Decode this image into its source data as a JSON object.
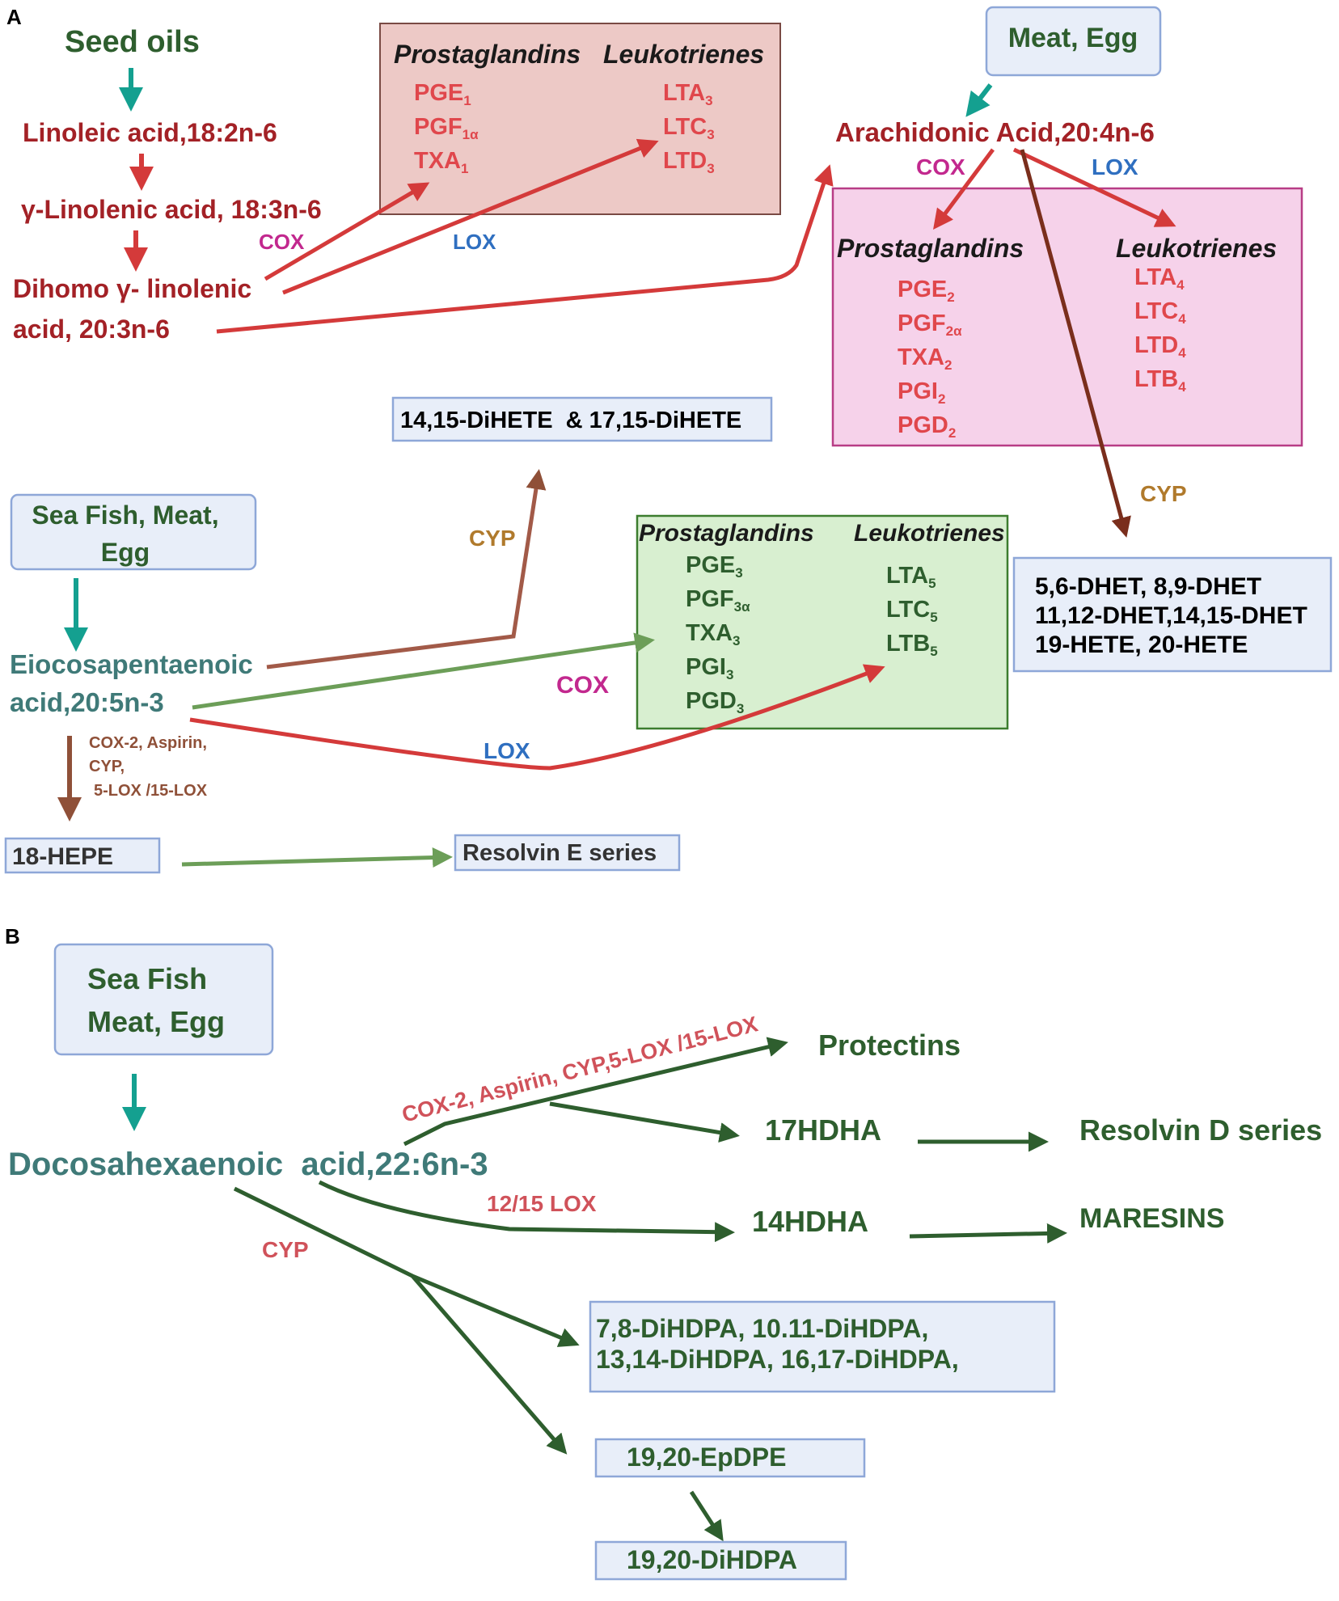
{
  "panel_a": {
    "label": "A",
    "seed_oils": "Seed oils",
    "linoleic": "Linoleic acid,18:2n-6",
    "gamma_linolenic": "γ-Linolenic acid, 18:3n-6",
    "dihomo_line1": "Dihomo γ- linolenic",
    "dihomo_line2": "acid, 20:3n-6",
    "cox_1": "COX",
    "lox_1": "LOX",
    "series1": {
      "pg_title": "Prostaglandins",
      "lt_title": "Leukotrienes",
      "pg": [
        {
          "base": "PGE",
          "sub": "1"
        },
        {
          "base": "PGF",
          "sub": "1α"
        },
        {
          "base": "TXA",
          "sub": "1"
        }
      ],
      "lt": [
        {
          "base": "LTA",
          "sub": "3"
        },
        {
          "base": "LTC",
          "sub": "3"
        },
        {
          "base": "LTD",
          "sub": "3"
        }
      ]
    },
    "meat_egg": "Meat, Egg",
    "arachidonic": "Arachidonic Acid,20:4n-6",
    "cox_2": "COX",
    "lox_2": "LOX",
    "series2": {
      "pg_title": "Prostaglandins",
      "lt_title": "Leukotrienes",
      "pg": [
        {
          "base": "PGE",
          "sub": "2"
        },
        {
          "base": "PGF",
          "sub": "2α"
        },
        {
          "base": "TXA",
          "sub": "2"
        },
        {
          "base": "PGI",
          "sub": "2"
        },
        {
          "base": "PGD",
          "sub": "2"
        }
      ],
      "lt": [
        {
          "base": "LTA",
          "sub": "4"
        },
        {
          "base": "LTC",
          "sub": "4"
        },
        {
          "base": "LTD",
          "sub": "4"
        },
        {
          "base": "LTB",
          "sub": "4"
        }
      ]
    },
    "dihete_box": "14,15-DiHETE  & 17,15-DiHETE",
    "cyp_1": "CYP",
    "cyp_2": "CYP",
    "dhet_lines": [
      "5,6-DHET, 8,9-DHET",
      "11,12-DHET,14,15-DHET",
      "19-HETE, 20-HETE"
    ],
    "sea_fish_line1": "Sea Fish, Meat,",
    "sea_fish_line2": "Egg",
    "epa_line1": "Eiocosapentaenoic",
    "epa_line2": "acid,20:5n-3",
    "series3": {
      "pg_title": "Prostaglandins",
      "lt_title": "Leukotrienes",
      "pg": [
        {
          "base": "PGE",
          "sub": "3"
        },
        {
          "base": "PGF",
          "sub": "3α"
        },
        {
          "base": "TXA",
          "sub": "3"
        },
        {
          "base": "PGI",
          "sub": "3"
        },
        {
          "base": "PGD",
          "sub": "3"
        }
      ],
      "lt": [
        {
          "base": "LTA",
          "sub": "5"
        },
        {
          "base": "LTC",
          "sub": "5"
        },
        {
          "base": "LTB",
          "sub": "5"
        }
      ]
    },
    "cox_3": "COX",
    "lox_3": "LOX",
    "enzymes_epa": [
      "COX-2, Aspirin,",
      "CYP,",
      "5-LOX /15-LOX"
    ],
    "hepe": "18-HEPE",
    "resolvin_e": "Resolvin E series"
  },
  "panel_b": {
    "label": "B",
    "sea_fish_line1": "Sea Fish",
    "sea_fish_line2": "Meat, Egg",
    "dha": "Docosahexaenoic  acid,22:6n-3",
    "enzymes_dha": "COX-2, Aspirin, CYP,5-LOX /15-LOX",
    "protectins": "Protectins",
    "hdha17": "17HDHA",
    "resolvin_d": "Resolvin D series",
    "lox_1215": "12/15 LOX",
    "hdha14": "14HDHA",
    "maresins": "MARESINS",
    "cyp": "CYP",
    "dihdpa_lines": [
      "7,8-DiHDPA, 10.11-DiHDPA,",
      "13,14-DiHDPA, 16,17-DiHDPA,"
    ],
    "epdpe": "19,20-EpDPE",
    "dihdpa_1920": "19,20-DiHDPA"
  },
  "colors": {
    "dark_red": "#a32126",
    "red_arrow": "#d43a3a",
    "pg_text": "#e0474c",
    "dark_green": "#2e5e2e",
    "teal": "#3f7a78",
    "teal_arrow": "#14a090",
    "brown": "#8f5038",
    "cyp_gold": "#b07a2c",
    "cox_magenta": "#c2288e",
    "lox_blue": "#2f6fc0",
    "soft_green_arrow": "#6c9e58",
    "enzyme_red": "#d0525a",
    "box_blue_bg": "#e8eef9",
    "box_blue_border": "#8ea7d8",
    "box_red_bg": "#edc9c6",
    "box_pink_bg": "#f6d2ea",
    "box_green_bg": "#d8efd0"
  }
}
